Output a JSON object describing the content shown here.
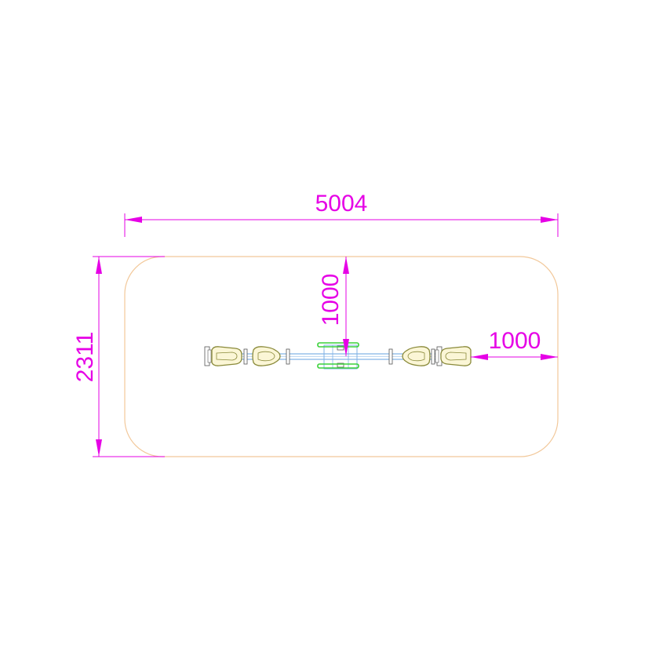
{
  "colors": {
    "dimension": "#e600e6",
    "surface_outline": "#f2c89a",
    "beam": "#7fb2e6",
    "seat_fill": "#fbf6d6",
    "seat_outline": "#8a8a3a",
    "handle": "#3ad23a",
    "detail": "#555555"
  },
  "dimensions": {
    "overall_width": "5004",
    "overall_depth": "2311",
    "center_to_edge": "1000",
    "end_clearance": "1000"
  }
}
